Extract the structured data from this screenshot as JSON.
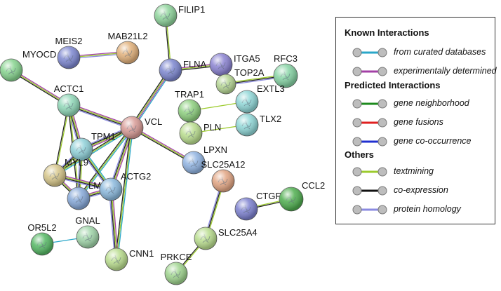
{
  "network": {
    "nodes": [
      {
        "id": "FILIP1",
        "label": "FILIP1",
        "color": "#8dd39a"
      },
      {
        "id": "MAB21L2",
        "label": "MAB21L2",
        "color": "#e1b07a"
      },
      {
        "id": "MEIS2",
        "label": "MEIS2",
        "color": "#7c86cf"
      },
      {
        "id": "MYOCD",
        "label": "MYOCD",
        "color": "#86d38e"
      },
      {
        "id": "FLNA",
        "label": "FLNA",
        "color": "#7c86cf"
      },
      {
        "id": "ITGA5",
        "label": "ITGA5",
        "color": "#8a82d1"
      },
      {
        "id": "TOP2A",
        "label": "TOP2A",
        "color": "#b5d593"
      },
      {
        "id": "RFC3",
        "label": "RFC3",
        "color": "#86d3a4"
      },
      {
        "id": "ACTC1",
        "label": "ACTC1",
        "color": "#8fd7b7"
      },
      {
        "id": "TRAP1",
        "label": "TRAP1",
        "color": "#8dcf7e"
      },
      {
        "id": "EXTL3",
        "label": "EXTL3",
        "color": "#8fd6d6"
      },
      {
        "id": "TLX2",
        "label": "TLX2",
        "color": "#8fd6d6"
      },
      {
        "id": "PLN",
        "label": "PLN",
        "color": "#b9dd8e"
      },
      {
        "id": "VCL",
        "label": "VCL",
        "color": "#d79a95"
      },
      {
        "id": "TPM1",
        "label": "TPM1",
        "color": "#8fd0d8"
      },
      {
        "id": "MYL9",
        "label": "MYL9",
        "color": "#d6c68a"
      },
      {
        "id": "LPXN",
        "label": "LPXN",
        "color": "#8fb2e0"
      },
      {
        "id": "LMOD1",
        "label": "LMOD1",
        "color": "#86a8d8"
      },
      {
        "id": "ACTG2",
        "label": "ACTG2",
        "color": "#8ab8dc"
      },
      {
        "id": "SLC25A12",
        "label": "SLC25A12",
        "color": "#e2a583"
      },
      {
        "id": "CTGF",
        "label": "CTGF",
        "color": "#7c80cf"
      },
      {
        "id": "CCL2",
        "label": "CCL2",
        "color": "#4fae4f"
      },
      {
        "id": "OR5L2",
        "label": "OR5L2",
        "color": "#55b864"
      },
      {
        "id": "GNAL",
        "label": "GNAL",
        "color": "#9fd4a8"
      },
      {
        "id": "SLC25A4",
        "label": "SLC25A4",
        "color": "#b9dd8e"
      },
      {
        "id": "CNN1",
        "label": "CNN1",
        "color": "#b9dd8e"
      },
      {
        "id": "PRKCE",
        "label": "PRKCE",
        "color": "#9fd48e"
      }
    ],
    "edges": [
      {
        "source": "FILIP1",
        "target": "FLNA",
        "types": [
          "textmining",
          "co-expression"
        ]
      },
      {
        "source": "MEIS2",
        "target": "MAB21L2",
        "types": [
          "experimentally determined",
          "textmining",
          "protein homology"
        ]
      },
      {
        "source": "MYOCD",
        "target": "ACTC1",
        "types": [
          "experimentally determined",
          "textmining",
          "co-expression"
        ]
      },
      {
        "source": "FLNA",
        "target": "ITGA5",
        "types": [
          "experimentally determined",
          "textmining",
          "co-expression"
        ]
      },
      {
        "source": "FLNA",
        "target": "VCL",
        "types": [
          "from curated databases",
          "experimentally determined",
          "textmining",
          "co-expression"
        ]
      },
      {
        "source": "TOP2A",
        "target": "RFC3",
        "types": [
          "textmining",
          "co-expression",
          "protein homology"
        ]
      },
      {
        "source": "TRAP1",
        "target": "EXTL3",
        "types": [
          "textmining"
        ]
      },
      {
        "source": "PLN",
        "target": "TLX2",
        "types": [
          "textmining"
        ]
      },
      {
        "source": "ACTC1",
        "target": "VCL",
        "types": [
          "experimentally determined",
          "textmining",
          "co-expression",
          "protein homology"
        ]
      },
      {
        "source": "ACTC1",
        "target": "TPM1",
        "types": [
          "experimentally determined",
          "textmining",
          "co-expression",
          "protein homology"
        ]
      },
      {
        "source": "ACTC1",
        "target": "MYL9",
        "types": [
          "textmining",
          "co-expression"
        ]
      },
      {
        "source": "ACTC1",
        "target": "LMOD1",
        "types": [
          "textmining",
          "co-expression"
        ]
      },
      {
        "source": "VCL",
        "target": "LPXN",
        "types": [
          "experimentally determined",
          "textmining",
          "co-expression"
        ]
      },
      {
        "source": "VCL",
        "target": "TPM1",
        "types": [
          "experimentally determined",
          "textmining",
          "co-expression",
          "protein homology"
        ]
      },
      {
        "source": "VCL",
        "target": "MYL9",
        "types": [
          "from curated databases",
          "textmining",
          "co-expression"
        ]
      },
      {
        "source": "VCL",
        "target": "LMOD1",
        "types": [
          "from curated databases",
          "textmining",
          "co-expression"
        ]
      },
      {
        "source": "VCL",
        "target": "ACTG2",
        "types": [
          "experimentally determined",
          "textmining",
          "co-expression",
          "protein homology"
        ]
      },
      {
        "source": "VCL",
        "target": "CNN1",
        "types": [
          "from curated databases",
          "textmining",
          "co-expression"
        ]
      },
      {
        "source": "TPM1",
        "target": "MYL9",
        "types": [
          "textmining",
          "co-expression",
          "protein homology"
        ]
      },
      {
        "source": "TPM1",
        "target": "LMOD1",
        "types": [
          "textmining",
          "co-expression",
          "protein homology"
        ]
      },
      {
        "source": "TPM1",
        "target": "ACTG2",
        "types": [
          "from curated databases",
          "textmining",
          "co-expression",
          "protein homology"
        ]
      },
      {
        "source": "MYL9",
        "target": "LMOD1",
        "types": [
          "experimentally determined",
          "textmining",
          "co-expression"
        ]
      },
      {
        "source": "MYL9",
        "target": "ACTG2",
        "types": [
          "experimentally determined",
          "textmining",
          "co-expression",
          "protein homology"
        ]
      },
      {
        "source": "LMOD1",
        "target": "ACTG2",
        "types": [
          "experimentally determined",
          "textmining",
          "co-expression",
          "protein homology"
        ]
      },
      {
        "source": "ACTG2",
        "target": "CNN1",
        "types": [
          "experimentally determined",
          "textmining",
          "co-expression",
          "protein homology"
        ]
      },
      {
        "source": "OR5L2",
        "target": "GNAL",
        "types": [
          "from curated databases"
        ]
      },
      {
        "source": "SLC25A12",
        "target": "SLC25A4",
        "types": [
          "textmining",
          "co-expression",
          "protein homology"
        ]
      },
      {
        "source": "SLC25A4",
        "target": "PRKCE",
        "types": [
          "textmining",
          "co-expression"
        ]
      },
      {
        "source": "CTGF",
        "target": "CCL2",
        "types": [
          "textmining",
          "co-expression"
        ]
      }
    ]
  },
  "legend": {
    "sections": [
      {
        "title": "Known Interactions",
        "items": [
          {
            "label": "from curated databases",
            "color": "#2aa7c9"
          },
          {
            "label": "experimentally determined",
            "color": "#a340a6"
          }
        ]
      },
      {
        "title": "Predicted Interactions",
        "items": [
          {
            "label": "gene neighborhood",
            "color": "#1d8a1d"
          },
          {
            "label": "gene fusions",
            "color": "#e02020"
          },
          {
            "label": "gene co-occurrence",
            "color": "#2030d0"
          }
        ]
      },
      {
        "title": "Others",
        "items": [
          {
            "label": "textmining",
            "color": "#9ccb2c"
          },
          {
            "label": "co-expression",
            "color": "#111111"
          },
          {
            "label": "protein homology",
            "color": "#8a8ae0"
          }
        ]
      }
    ]
  },
  "edge_colors": {
    "from curated databases": "#2aa7c9",
    "experimentally determined": "#a340a6",
    "textmining": "#9ccb2c",
    "co-expression": "#222222",
    "protein homology": "#8a8ae0"
  }
}
